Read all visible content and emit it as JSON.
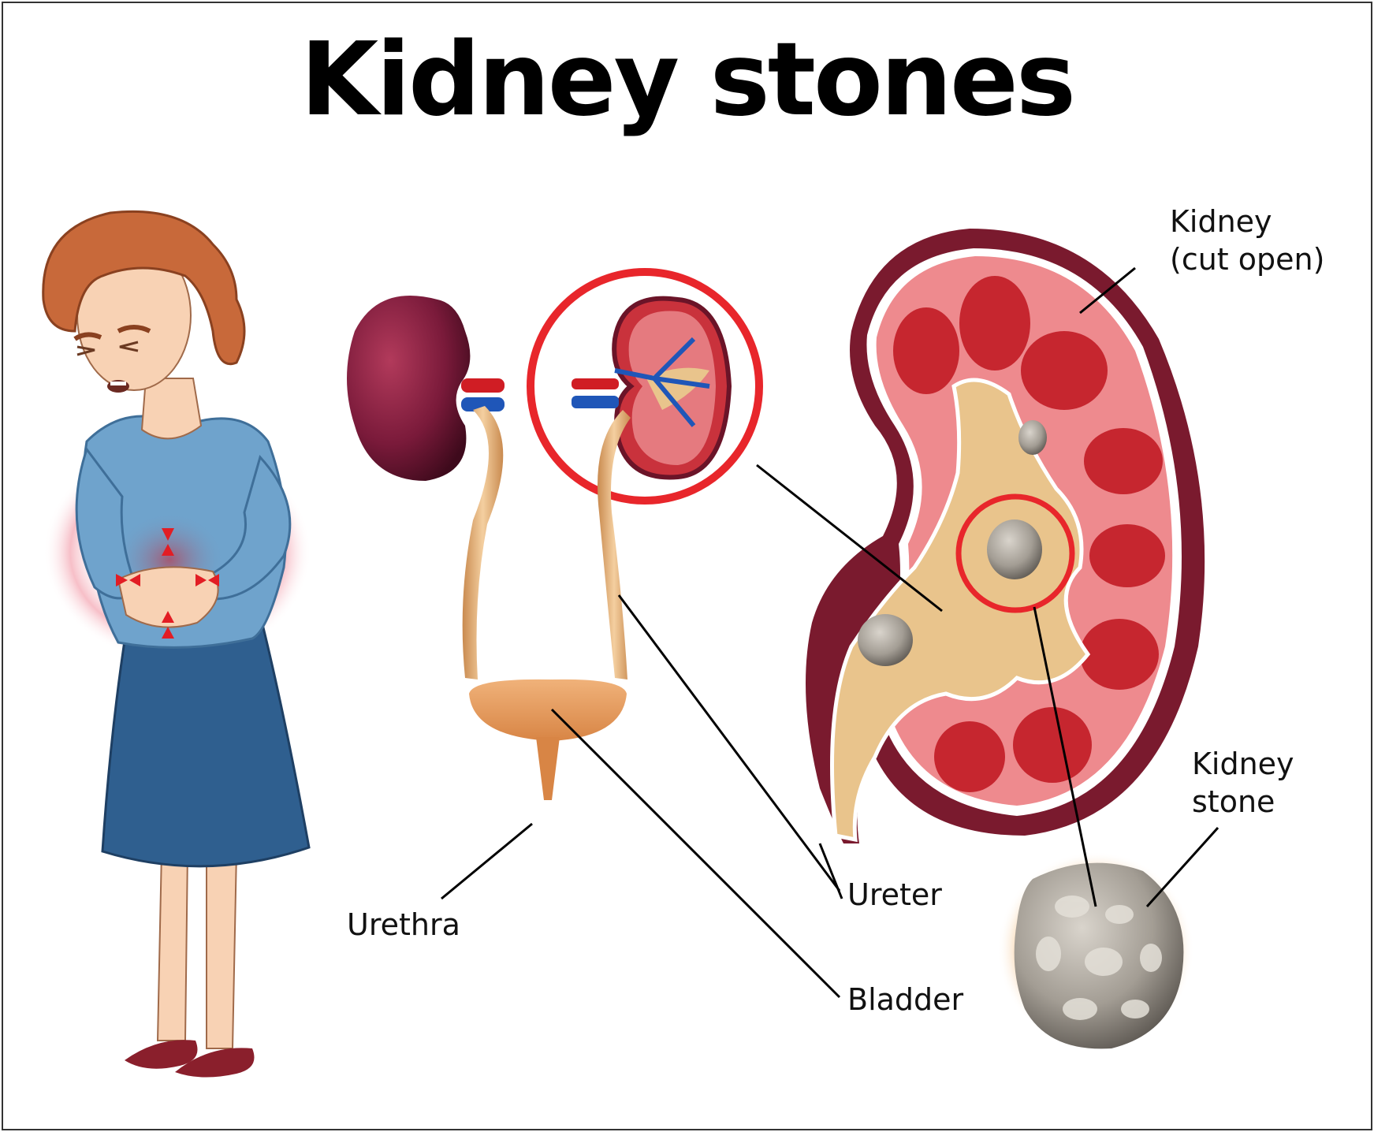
{
  "title": "Kidney stones",
  "labels": {
    "kidney_cut_open_line1": "Kidney",
    "kidney_cut_open_line2": "(cut open)",
    "kidney_stone_line1": "Kidney",
    "kidney_stone_line2": "stone",
    "ureter": "Ureter",
    "bladder": "Bladder",
    "urethra": "Urethra"
  },
  "colors": {
    "highlight_circle": "#e8262b",
    "kidney_outer": "#7a1a2e",
    "kidney_tissue": "#d9414a",
    "pelvis": "#e9c48c",
    "stone": "#9e9a93",
    "shirt": "#6fa3cc",
    "skirt": "#2f5f8f",
    "hair": "#c8693a"
  }
}
